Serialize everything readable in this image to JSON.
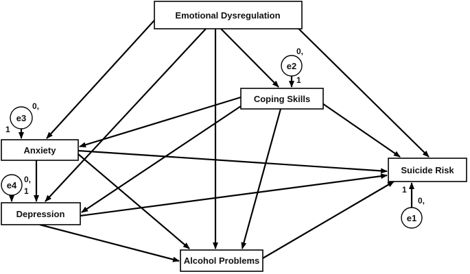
{
  "nodes": {
    "emotional_dysregulation": "Emotional Dysregulation",
    "coping_skills": "Coping Skills",
    "anxiety": "Anxiety",
    "depression": "Depression",
    "suicide_risk": "Suicide Risk",
    "alcohol_problems": "Alcohol Problems"
  },
  "errors": {
    "e1": {
      "label": "e1",
      "variance": "0,",
      "loading": "1"
    },
    "e2": {
      "label": "e2",
      "variance": "0,",
      "loading": "1"
    },
    "e3": {
      "label": "e3",
      "variance": "0,",
      "loading": "1"
    },
    "e4": {
      "label": "e4",
      "variance": "0,",
      "loading": "1"
    }
  },
  "edges": [
    {
      "from": "emotional_dysregulation",
      "to": "anxiety"
    },
    {
      "from": "emotional_dysregulation",
      "to": "depression"
    },
    {
      "from": "emotional_dysregulation",
      "to": "alcohol_problems"
    },
    {
      "from": "emotional_dysregulation",
      "to": "coping_skills"
    },
    {
      "from": "emotional_dysregulation",
      "to": "suicide_risk"
    },
    {
      "from": "coping_skills",
      "to": "anxiety"
    },
    {
      "from": "coping_skills",
      "to": "depression"
    },
    {
      "from": "coping_skills",
      "to": "alcohol_problems"
    },
    {
      "from": "coping_skills",
      "to": "suicide_risk"
    },
    {
      "from": "anxiety",
      "to": "depression"
    },
    {
      "from": "anxiety",
      "to": "suicide_risk"
    },
    {
      "from": "anxiety",
      "to": "alcohol_problems"
    },
    {
      "from": "depression",
      "to": "suicide_risk"
    },
    {
      "from": "depression",
      "to": "alcohol_problems"
    },
    {
      "from": "alcohol_problems",
      "to": "suicide_risk"
    },
    {
      "from": "e1",
      "to": "suicide_risk"
    },
    {
      "from": "e2",
      "to": "coping_skills"
    },
    {
      "from": "e3",
      "to": "anxiety"
    },
    {
      "from": "e4",
      "to": "depression"
    }
  ]
}
